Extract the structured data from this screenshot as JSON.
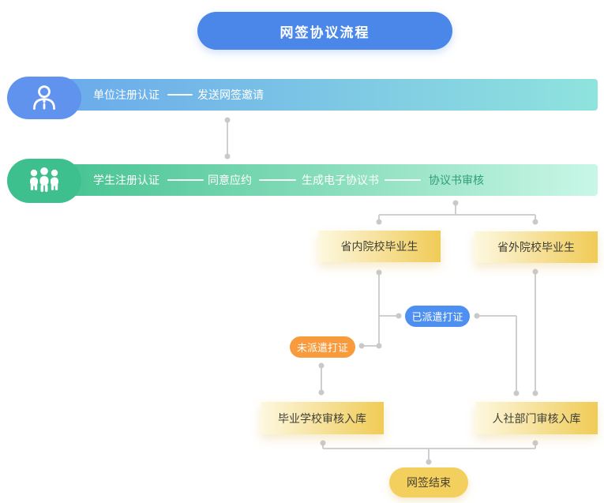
{
  "title": "网签协议流程",
  "rows": {
    "unit": {
      "icon": "person-icon",
      "label": "单位注册认证",
      "steps": [
        "发送网签邀请"
      ]
    },
    "student": {
      "icon": "group-icon",
      "label": "学生注册认证",
      "steps": [
        "同意应约",
        "生成电子协议书",
        "协议书审核"
      ]
    }
  },
  "branches": {
    "inside": "省内院校毕业生",
    "outside": "省外院校毕业生"
  },
  "badges": {
    "dispatched": "已派遣打证",
    "not_dispatched": "未派遣打证"
  },
  "reviews": {
    "school": "毕业学校审核入库",
    "hr": "人社部门审核入库"
  },
  "end_node": "网签结束",
  "colors": {
    "title_bg": "#4a87e8",
    "unit_blob": "#5f93ee",
    "unit_bar_start": "#68a7ec",
    "unit_bar_end": "#8fe3de",
    "student_blob": "#3ec08e",
    "student_bar_start": "#3fc08c",
    "student_bar_end": "#c9f7e7",
    "box_gradient_start": "#fdf8e0",
    "box_gradient_end": "#f0cb56",
    "badge_dispatched_bg": "#4e8ff2",
    "badge_not_dispatched_bg": "#f79b3d",
    "end_bg": "#f3d05e",
    "bar_text": "#ffffff",
    "review_step_text": "#2f9e78",
    "box_text": "#3f3f35",
    "connector": "#cfcfcf"
  }
}
